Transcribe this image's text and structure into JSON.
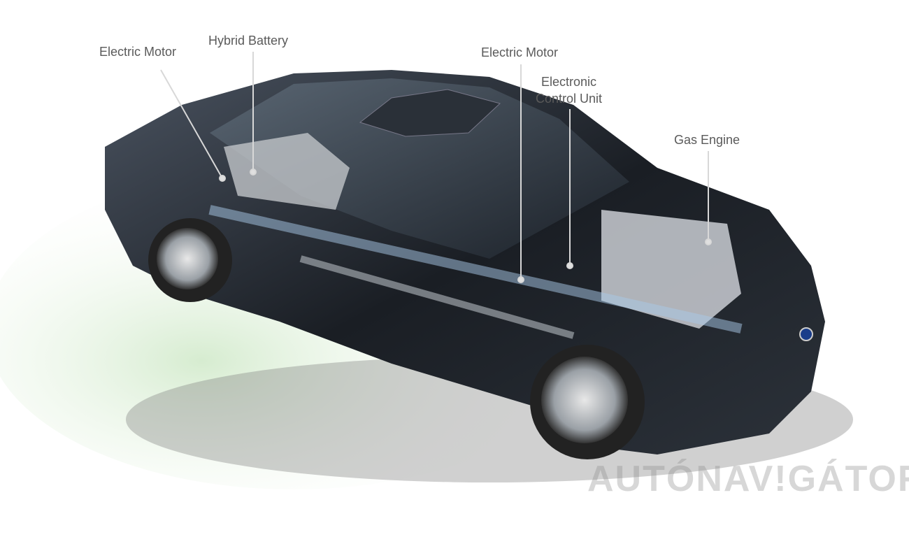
{
  "labels": {
    "electric_motor_rear": "Electric Motor",
    "hybrid_battery": "Hybrid Battery",
    "electric_motor_front": "Electric Motor",
    "ecu_line1": "Electronic",
    "ecu_line2": "Control Unit",
    "gas_engine": "Gas Engine"
  },
  "watermark": "AUTÓNAV!GÁTOR.HU",
  "colors": {
    "label_text": "#5a5a5a",
    "leader_line": "#d8d8d8",
    "car_body": "#1c2026",
    "glow": "#cfe8c8"
  }
}
